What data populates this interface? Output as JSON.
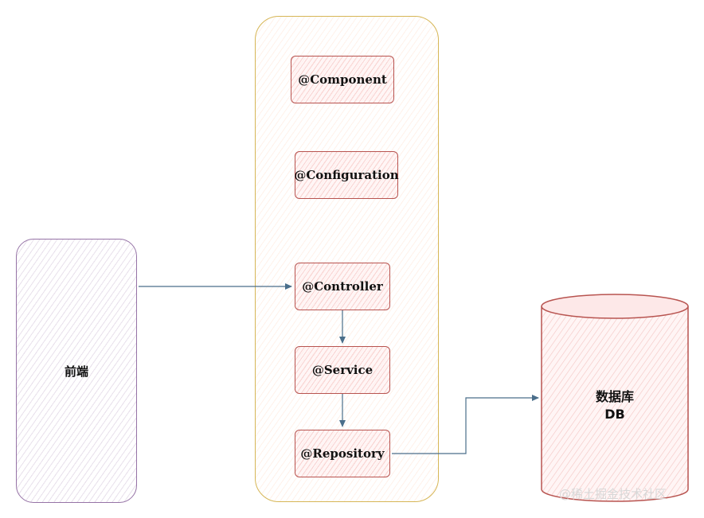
{
  "frontend": {
    "label": "前端"
  },
  "container": {
    "annotations": [
      {
        "id": "component",
        "label": "@Component"
      },
      {
        "id": "configuration",
        "label": "@Configuration"
      },
      {
        "id": "controller",
        "label": "@Controller"
      },
      {
        "id": "service",
        "label": "@Service"
      },
      {
        "id": "repository",
        "label": "@Repository"
      }
    ]
  },
  "database": {
    "label_line1": "数据库",
    "label_line2": "DB"
  },
  "watermark": "@稀土掘金技术社区",
  "colors": {
    "frontend_stroke": "#9673a6",
    "container_stroke": "#d6b656",
    "annotation_stroke": "#b85450",
    "database_stroke": "#b85450",
    "arrow": "#4a6e8a"
  }
}
